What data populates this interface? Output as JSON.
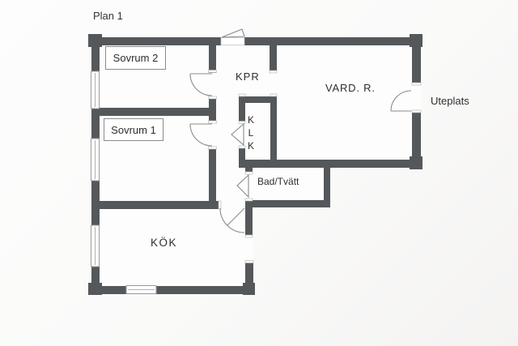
{
  "title": "Plan 1",
  "rooms": {
    "sovrum2": {
      "label": "Sovrum 2"
    },
    "sovrum1": {
      "label": "Sovrum 1"
    },
    "kpr": {
      "label": "KPR"
    },
    "vardagsrum": {
      "label": "VARD. R."
    },
    "uteplats": {
      "label": "Uteplats"
    },
    "klk": {
      "letters": [
        "K",
        "L",
        "K"
      ]
    },
    "bad_tvatt": {
      "label": "Bad/Tvätt"
    },
    "kok": {
      "label": "KÖK"
    }
  },
  "colors": {
    "background": "#fafaf9",
    "floor": "#fdfdfd",
    "wall": "#54585b",
    "door_stroke": "#8b8b8b",
    "label_text": "#2e2e2e",
    "window_border": "#9a9a9a",
    "label_box_border": "#8a8a8a"
  }
}
